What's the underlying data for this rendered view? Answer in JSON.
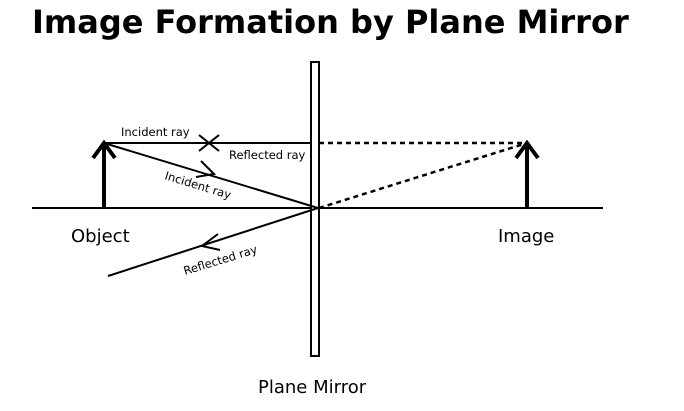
{
  "title": "Image Formation by Plane Mirror",
  "labels": {
    "object": "Object",
    "image": "Image",
    "mirror": "Plane Mirror",
    "incident_ray_top": "Incident ray",
    "reflected_ray_top": "Reflected ray",
    "incident_ray_diag": "Incident ray",
    "reflected_ray_diag": "Reflected ray"
  },
  "colors": {
    "stroke": "#000000",
    "background": "#ffffff"
  }
}
